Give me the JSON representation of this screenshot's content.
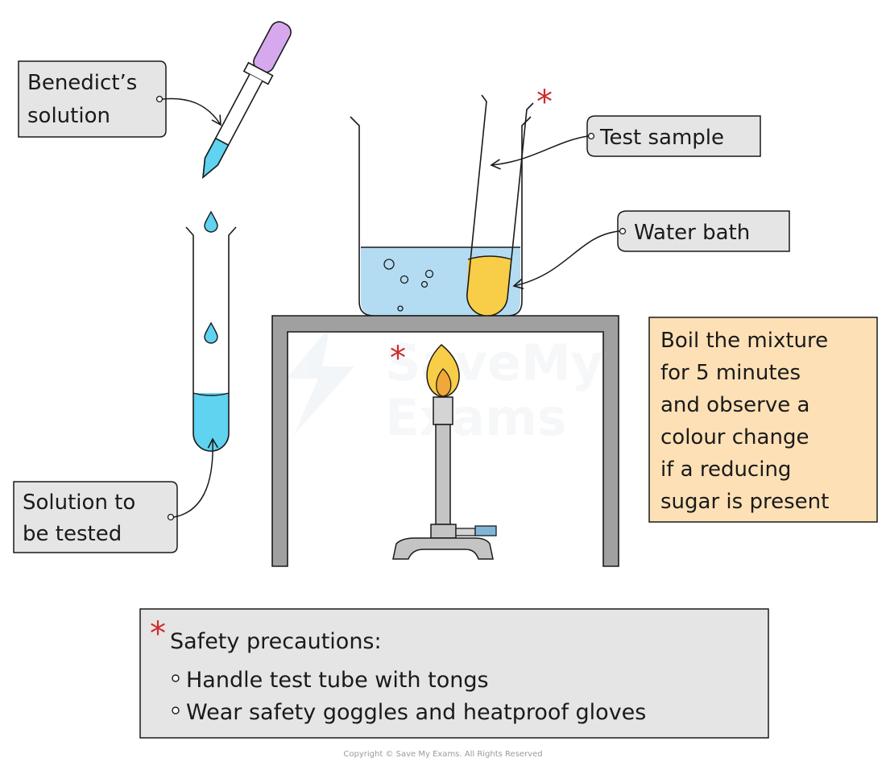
{
  "labels": {
    "benedicts_line1": "Benedict’s",
    "benedicts_line2": "solution",
    "solution_line1": "Solution to",
    "solution_line2": "be tested",
    "test_sample": "Test sample",
    "water_bath": "Water bath"
  },
  "note": {
    "lines": [
      "Boil the mixture",
      "for 5 minutes",
      "and observe a",
      "colour change",
      "if a reducing",
      "sugar is present"
    ]
  },
  "safety": {
    "title": "Safety precautions:",
    "items": [
      "Handle test tube with tongs",
      "Wear safety goggles and heatproof gloves"
    ],
    "marker": "*"
  },
  "watermark": {
    "line1": "SaveMy",
    "line2": "Exams"
  },
  "copyright": "Copyright © Save My Exams. All Rights Reserved",
  "colors": {
    "benedicts": "#5fd3ef",
    "water": "#b3dcf2",
    "sample": "#f8cd47",
    "bulb": "#d6a9ef",
    "label_box": "#e5e5e5",
    "note_box": "#fde0b6",
    "stand": "#a0a0a0",
    "asterisk": "#cc2b2b"
  }
}
